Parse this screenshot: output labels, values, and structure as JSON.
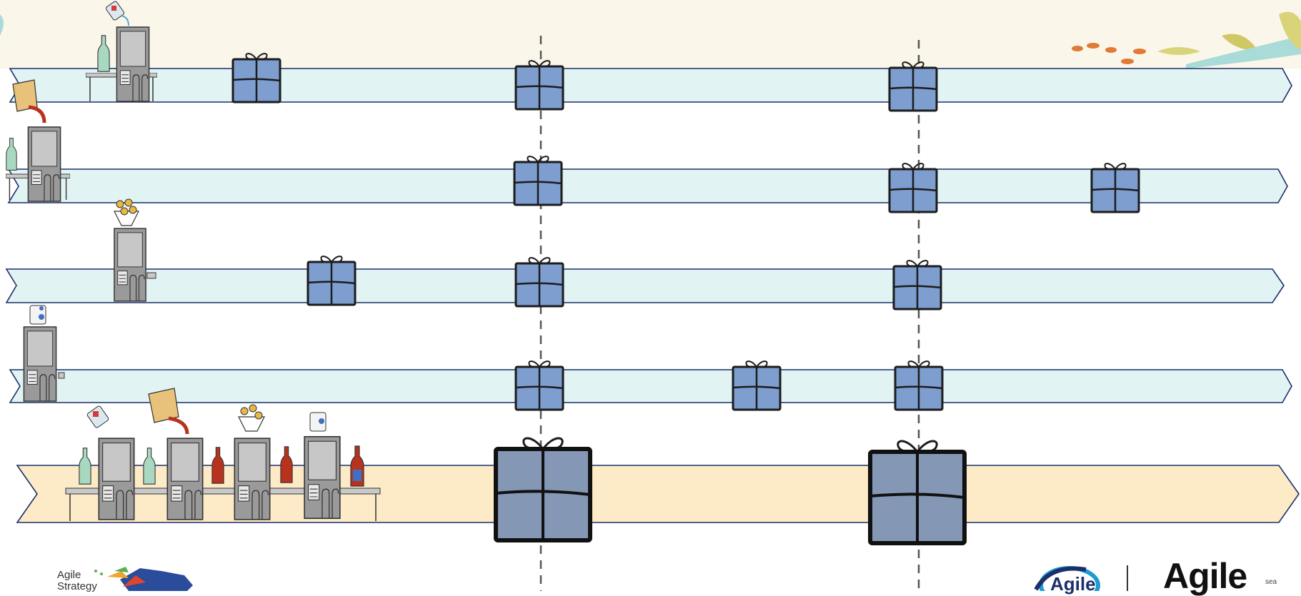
{
  "diagram": {
    "colors": {
      "top_band": "#fbf6ea",
      "lane_fill": "#e1f3f3",
      "lane_stroke": "#1c2f6b",
      "integrated_lane_fill": "#fdebc8",
      "gift_fill": "#7d9ecf",
      "gift_stroke": "#1c1c1c",
      "big_gift_fill": "#8497b5",
      "dash_line": "#555555",
      "machine_body": "#9a9a9a",
      "machine_screen": "#c7c7c7",
      "bottle_green": "#a9d8c0",
      "sauce_red": "#b8331e",
      "pitcher_gold": "#e8c27a"
    },
    "lanes": [
      {
        "id": "lane-1",
        "machine_icon": "water-bottle-pour-icon",
        "gift_count": 3
      },
      {
        "id": "lane-2",
        "machine_icon": "pitcher-pour-icon",
        "gift_count": 3
      },
      {
        "id": "lane-3",
        "machine_icon": "cork-stopper-icon",
        "gift_count": 3
      },
      {
        "id": "lane-4",
        "machine_icon": "label-roll-icon",
        "gift_count": 3
      },
      {
        "id": "integrated-lane",
        "machine_icon": "combined-production-line-icon",
        "gift_count": 2
      }
    ],
    "sync_lines": 2
  },
  "footer": {
    "strategy_text": "Agile\nStrategy",
    "brand_text": "Agile",
    "brand_suffix": "sea",
    "small_logo_text": "Agile"
  }
}
